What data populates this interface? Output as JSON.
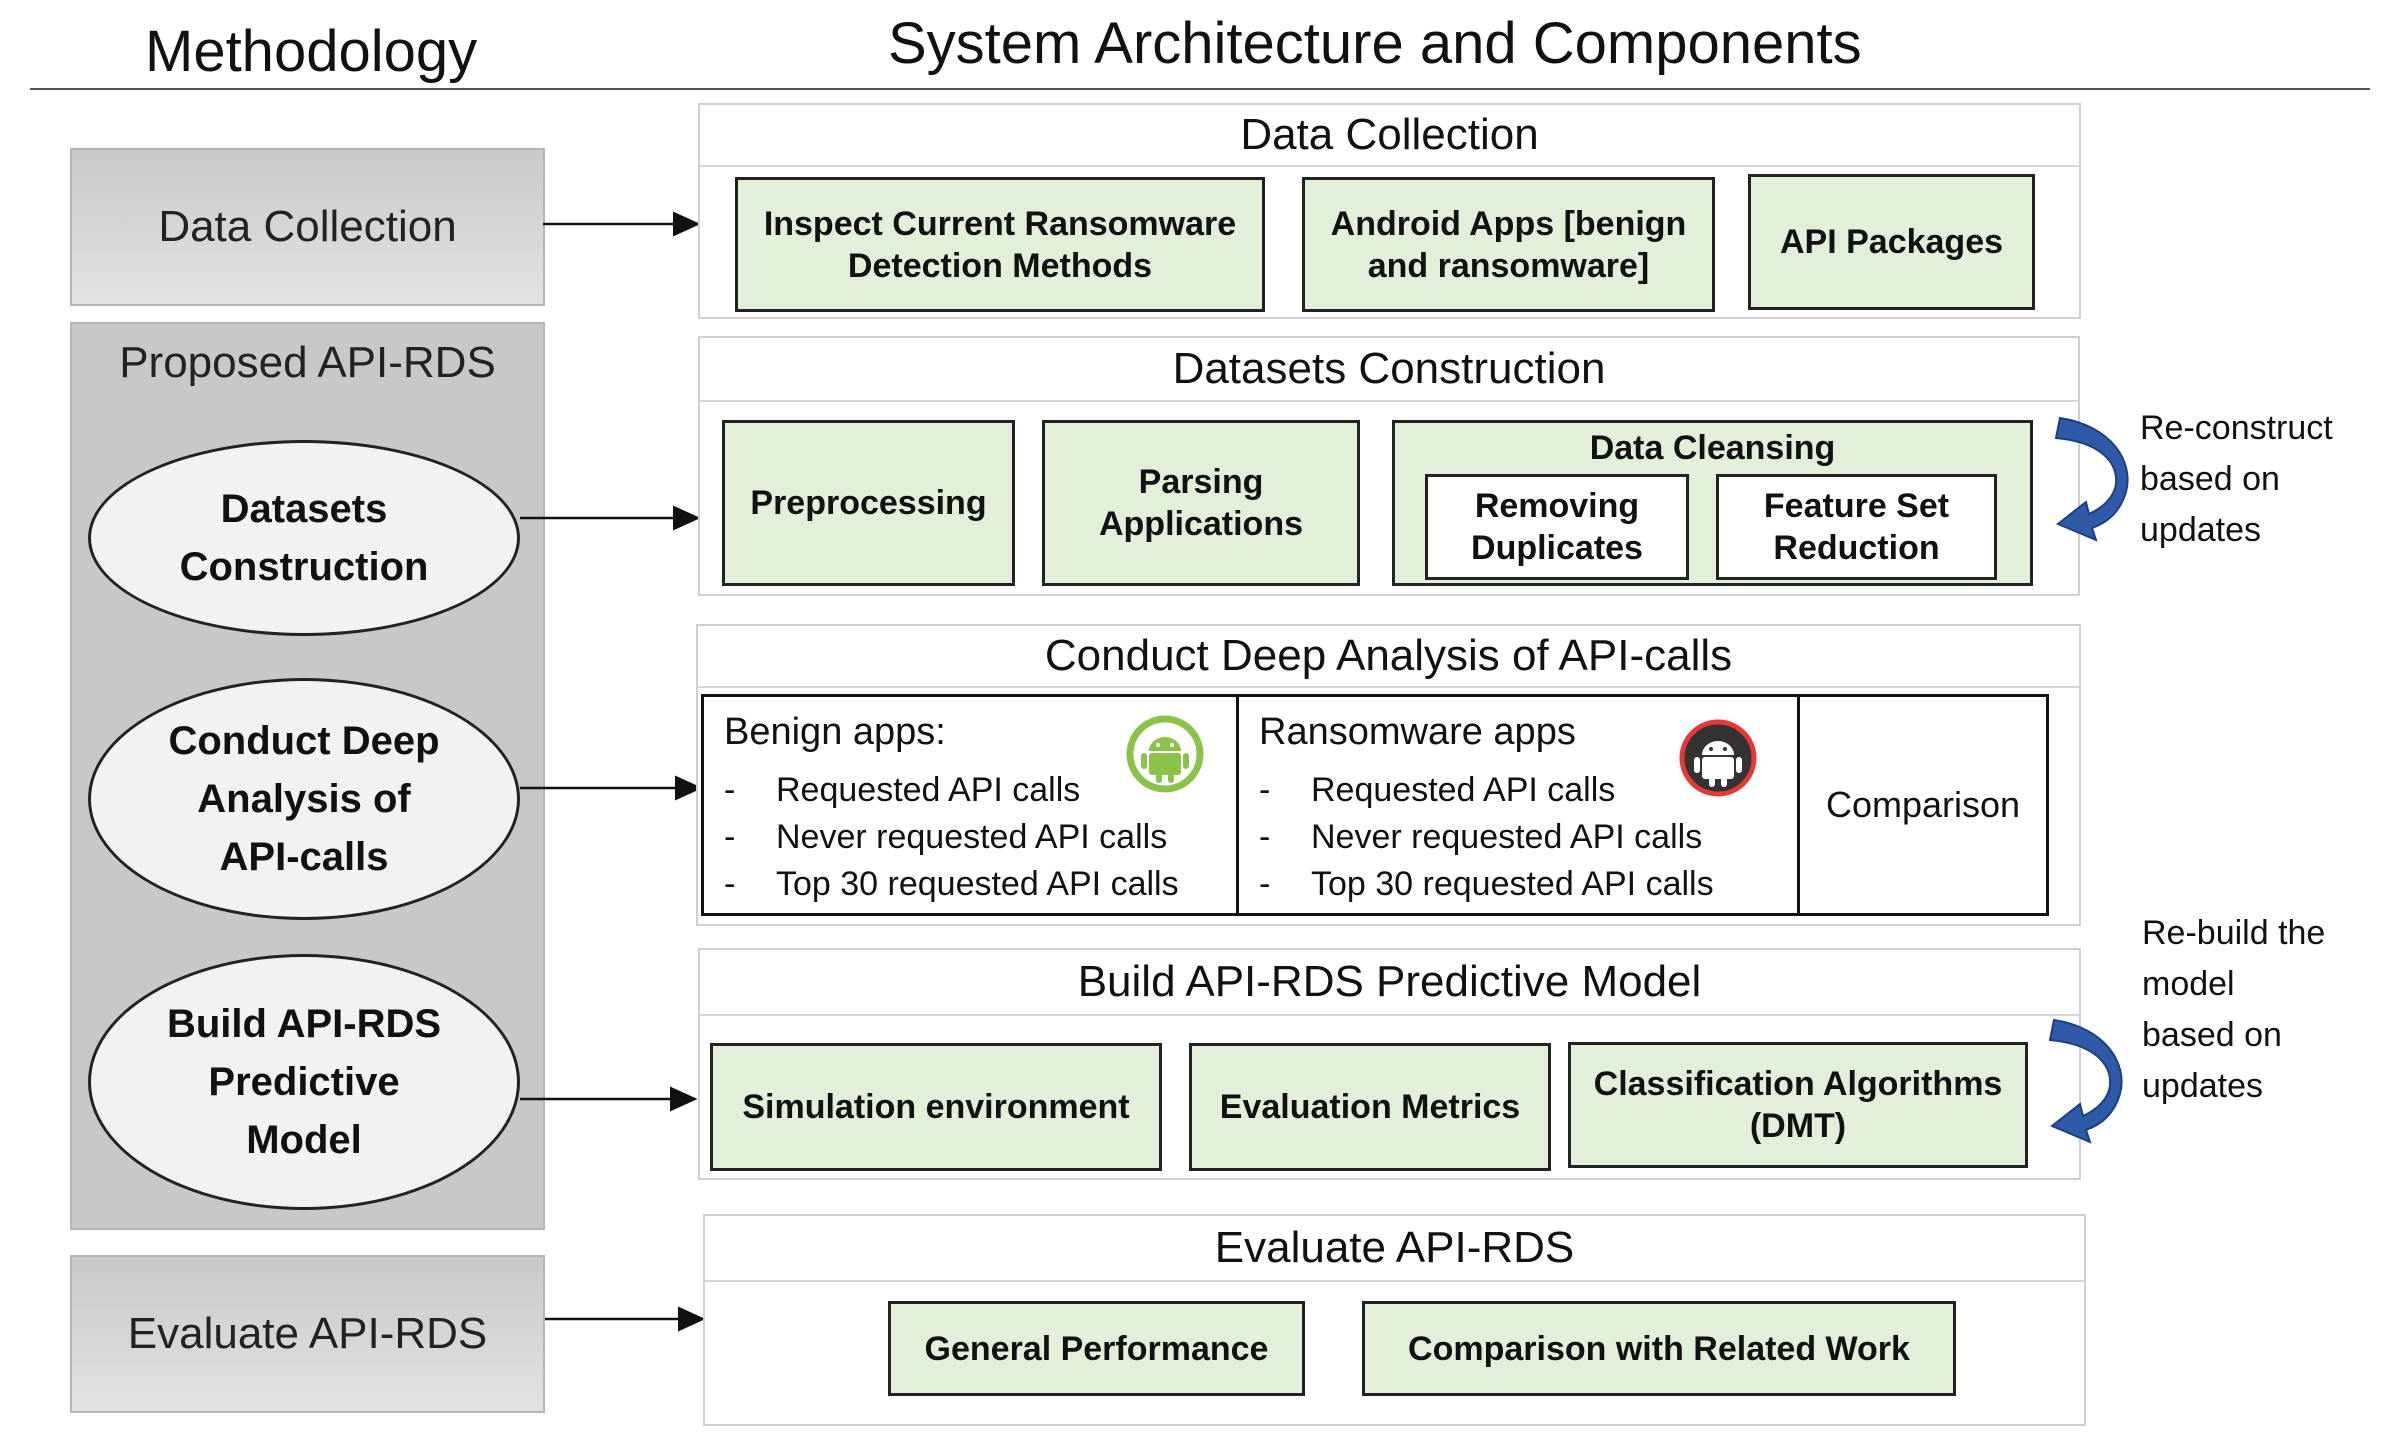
{
  "headers": {
    "methodology": "Methodology",
    "architecture": "System Architecture and Components"
  },
  "methodology": {
    "data_collection": "Data Collection",
    "proposed_panel_title": "Proposed API-RDS",
    "ellipses": [
      {
        "lines": [
          "Datasets",
          "Construction"
        ]
      },
      {
        "lines": [
          "Conduct Deep",
          "Analysis of",
          "API-calls"
        ]
      },
      {
        "lines": [
          "Build API-RDS",
          "Predictive",
          "Model"
        ]
      }
    ],
    "evaluate": "Evaluate API-RDS"
  },
  "sections": {
    "data_collection": {
      "title": "Data Collection",
      "boxes": [
        {
          "lines": [
            "Inspect Current Ransomware",
            "Detection Methods"
          ]
        },
        {
          "lines": [
            "Android Apps [benign",
            "and ransomware]"
          ]
        },
        {
          "lines": [
            "API Packages"
          ]
        }
      ]
    },
    "datasets_construction": {
      "title": "Datasets Construction",
      "preprocessing": "Preprocessing",
      "parsing": [
        "Parsing",
        "Applications"
      ],
      "cleansing_title": "Data Cleansing",
      "cleansing_items": [
        {
          "lines": [
            "Removing",
            "Duplicates"
          ]
        },
        {
          "lines": [
            "Feature Set",
            "Reduction"
          ]
        }
      ],
      "note": [
        "Re-construct",
        "based on",
        "updates"
      ]
    },
    "deep_analysis": {
      "title": "Conduct Deep Analysis of API-calls",
      "benign": {
        "title": "Benign apps:",
        "items": [
          "Requested API calls",
          "Never requested API calls",
          "Top 30 requested API calls"
        ]
      },
      "ransomware": {
        "title": "Ransomware apps",
        "items": [
          "Requested API calls",
          "Never requested API calls",
          "Top 30 requested API calls"
        ]
      },
      "comparison": "Comparison",
      "bullet": "-"
    },
    "predictive_model": {
      "title": "Build API-RDS Predictive Model",
      "boxes": [
        {
          "lines": [
            "Simulation environment"
          ]
        },
        {
          "lines": [
            "Evaluation Metrics"
          ]
        },
        {
          "lines": [
            "Classification Algorithms",
            "(DMT)"
          ]
        }
      ],
      "note": [
        "Re-build the",
        "model",
        "based on",
        "updates"
      ]
    },
    "evaluate": {
      "title": "Evaluate API-RDS",
      "boxes": [
        {
          "lines": [
            "General Performance"
          ]
        },
        {
          "lines": [
            "Comparison with Related Work"
          ]
        }
      ]
    }
  },
  "colors": {
    "box_fill": "#e2efd9",
    "android_green": "#8bc34a",
    "android_dark": "#333333",
    "ransom_ring": "#e53935",
    "update_arrow": "#2e5aa8"
  }
}
